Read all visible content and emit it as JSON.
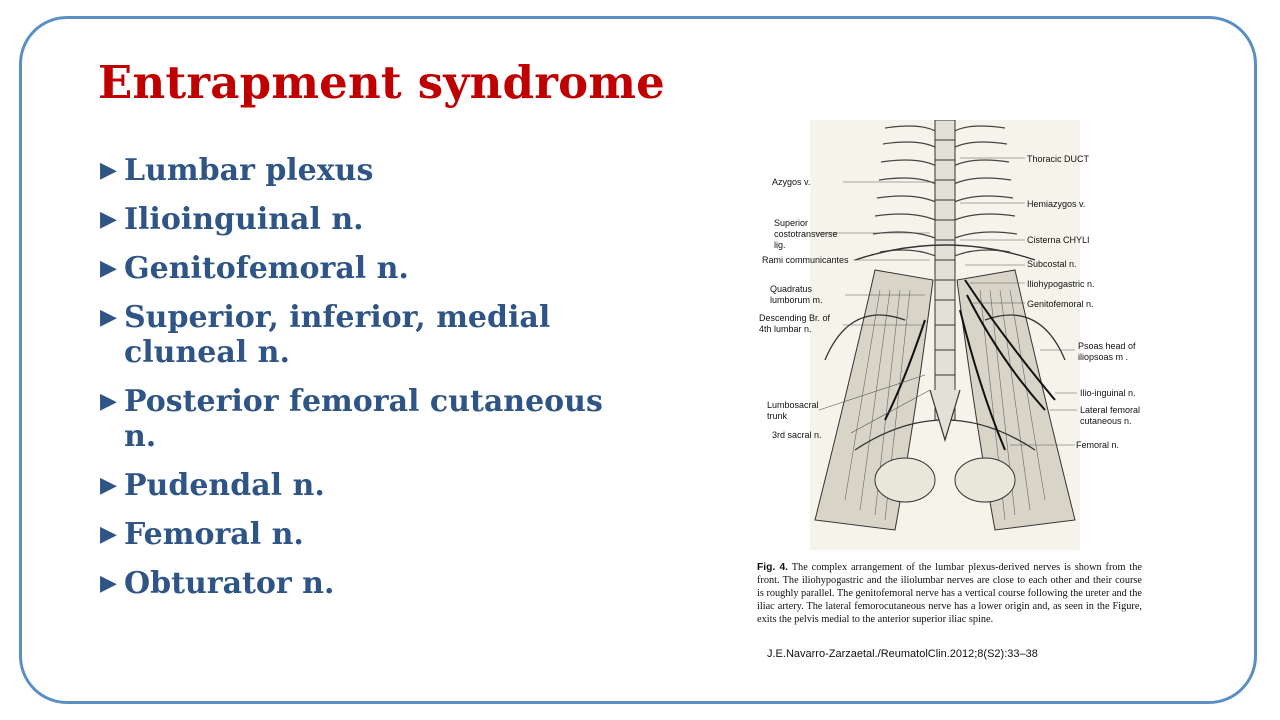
{
  "title": "Entrapment syndrome",
  "bullets": [
    {
      "text": "Lumbar plexus"
    },
    {
      "text": "Ilioinguinal n."
    },
    {
      "text": "Genitofemoral n."
    },
    {
      "text": "Superior, inferior, medial cluneal n."
    },
    {
      "text": "Posterior femoral cutaneous n."
    },
    {
      "text": "Pudendal n."
    },
    {
      "text": "Femoral n."
    },
    {
      "text": "Obturator n."
    }
  ],
  "bullet_marker": "▶",
  "colors": {
    "title": "#c00000",
    "bullets": "#2e5586",
    "frame": "#5b8fc4"
  },
  "figure": {
    "labels_left": [
      "Azygos v.",
      "Superior",
      "costotransverse",
      "lig.",
      "Rami communicantes",
      "Quadratus",
      "lumborum m.",
      "Descending Br. of",
      "4th lumbar n.",
      "Lumbosacral",
      "trunk",
      "3rd sacral n."
    ],
    "labels_right": [
      "Thoracic DUCT",
      "Hemiazygos v.",
      "Cisterna CHYLI",
      "Subcostal n.",
      "Iliohypogastric n.",
      "Genitofemoral n.",
      "Psoas head of",
      "iliopsoas m .",
      "Ilio-inguinal n.",
      "Lateral femoral",
      "cutaneous n.",
      "Femoral n."
    ],
    "caption_lead": "Fig. 4.",
    "caption": "The complex arrangement of the lumbar plexus-derived nerves is shown from the front. The iliohypogastric and the iliolumbar nerves are close to each other and their course is roughly parallel. The genitofemoral nerve has a vertical course following the ureter and the iliac artery. The lateral femorocutaneous nerve has a lower origin and, as seen in the Figure, exits the pelvis medial to the anterior superior iliac spine."
  },
  "citation": "J.E.Navarro-Zarzaetal./ReumatolClin.2012;8(S2):33–38"
}
